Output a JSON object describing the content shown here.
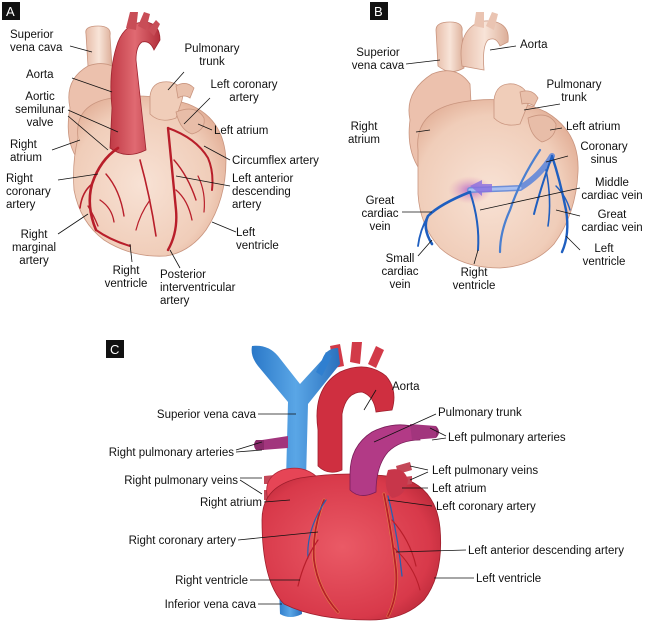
{
  "panels": {
    "a": {
      "tag": "A",
      "labels": {
        "superior_vena_cava": "Superior\nvena cava",
        "aorta": "Aorta",
        "aortic_semilunar_valve": "Aortic\nsemilunar\nvalve",
        "right_atrium": "Right\natrium",
        "right_coronary_artery": "Right\ncoronary\nartery",
        "right_marginal_artery": "Right\nmarginal\nartery",
        "right_ventricle": "Right\nventricle",
        "pulmonary_trunk": "Pulmonary\ntrunk",
        "left_coronary_artery": "Left coronary\nartery",
        "left_atrium": "Left atrium",
        "circumflex_artery": "Circumflex artery",
        "left_anterior_descending_artery": "Left anterior\ndescending\nartery",
        "left_ventricle": "Left\nventricle",
        "posterior_interventricular_artery": "Posterior\ninterventricular\nartery"
      }
    },
    "b": {
      "tag": "B",
      "labels": {
        "superior_vena_cava": "Superior\nvena cava",
        "aorta": "Aorta",
        "pulmonary_trunk": "Pulmonary\ntrunk",
        "right_atrium": "Right\natrium",
        "left_atrium": "Left atrium",
        "coronary_sinus": "Coronary\nsinus",
        "middle_cardiac_vein": "Middle\ncardiac vein",
        "great_cardiac_vein_left": "Great\ncardiac\nvein",
        "great_cardiac_vein_right": "Great\ncardiac vein",
        "small_cardiac_vein": "Small\ncardiac\nvein",
        "right_ventricle": "Right\nventricle",
        "left_ventricle": "Left\nventricle"
      }
    },
    "c": {
      "tag": "C",
      "labels": {
        "aorta": "Aorta",
        "superior_vena_cava": "Superior vena cava",
        "pulmonary_trunk": "Pulmonary trunk",
        "right_pulmonary_arteries": "Right pulmonary arteries",
        "left_pulmonary_arteries": "Left pulmonary arteries",
        "right_pulmonary_veins": "Right pulmonary veins",
        "left_pulmonary_veins": "Left pulmonary veins",
        "right_atrium": "Right atrium",
        "left_atrium": "Left atrium",
        "left_coronary_artery": "Left coronary artery",
        "right_coronary_artery": "Right coronary artery",
        "left_anterior_descending_artery": "Left anterior descending artery",
        "right_ventricle": "Right ventricle",
        "left_ventricle": "Left ventricle",
        "inferior_vena_cava": "Inferior vena cava"
      }
    }
  },
  "colors": {
    "heart_pale": "#f3d3c2",
    "heart_pale_shade": "#e3b29e",
    "artery_red": "#b81e2a",
    "aorta_red": "#c9505a",
    "vein_blue": "#1f5fc0",
    "vena_cava_blue": "#3f8fd6",
    "heart_red": "#d8394a",
    "heart_red_dark": "#b32638",
    "pulmonary_purple": "#a2357d",
    "tag_bg": "#111111"
  }
}
